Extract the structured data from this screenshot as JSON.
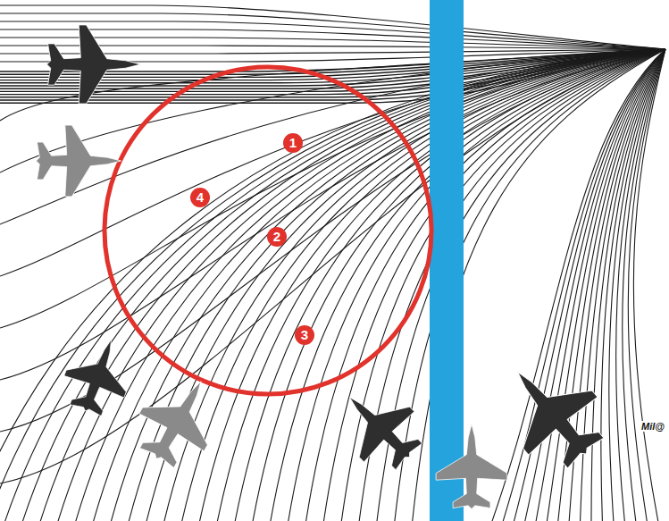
{
  "diagram": {
    "labels": [
      "1",
      "4",
      "2",
      "3",
      "Mil@"
    ]
  }
}
